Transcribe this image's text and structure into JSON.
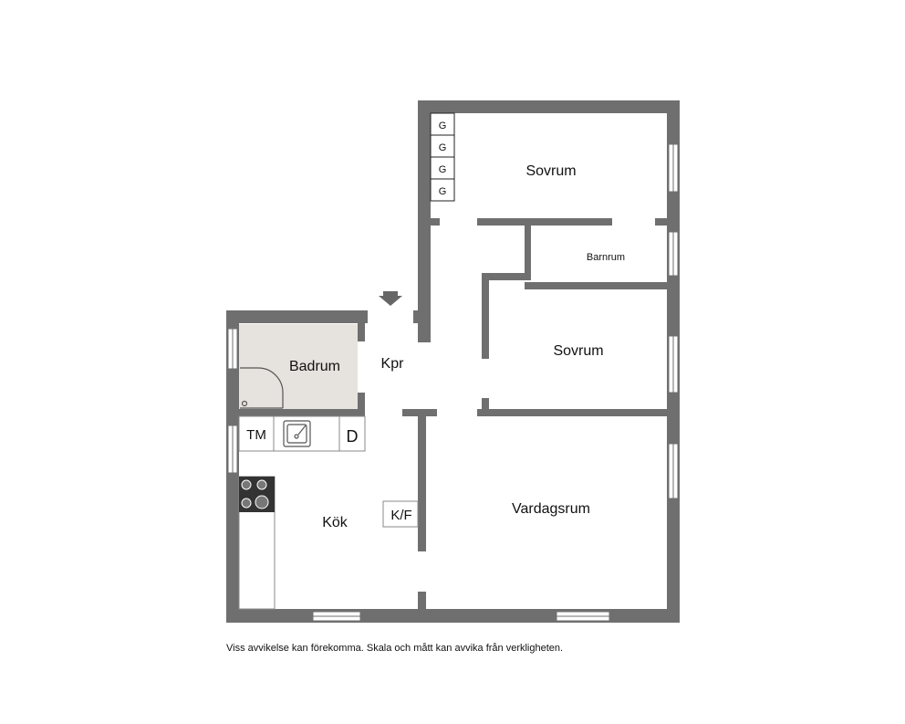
{
  "colors": {
    "wall": "#6f6f6f",
    "bathroom_floor": "#e6e2dd",
    "window_glass": "#ffffff",
    "fixture_stroke": "#555555",
    "stove": "#333333"
  },
  "rooms": {
    "sovrum_1": "Sovrum",
    "barnrum": "Barnrum",
    "sovrum_2": "Sovrum",
    "badrum": "Badrum",
    "kpr": "Kpr",
    "vardagsrum": "Vardagsrum",
    "kok": "Kök"
  },
  "fixtures": {
    "tm": "TM",
    "d": "D",
    "kf": "K/F",
    "wardrobes": [
      "G",
      "G",
      "G",
      "G"
    ]
  },
  "icons": {
    "entrance": "entrance-arrow-icon",
    "sink": "sink-icon",
    "stove": "stove-icon",
    "shower": "shower-icon"
  },
  "disclaimer": "Viss avvikelse kan förekomma. Skala och mått kan avvika från verkligheten."
}
